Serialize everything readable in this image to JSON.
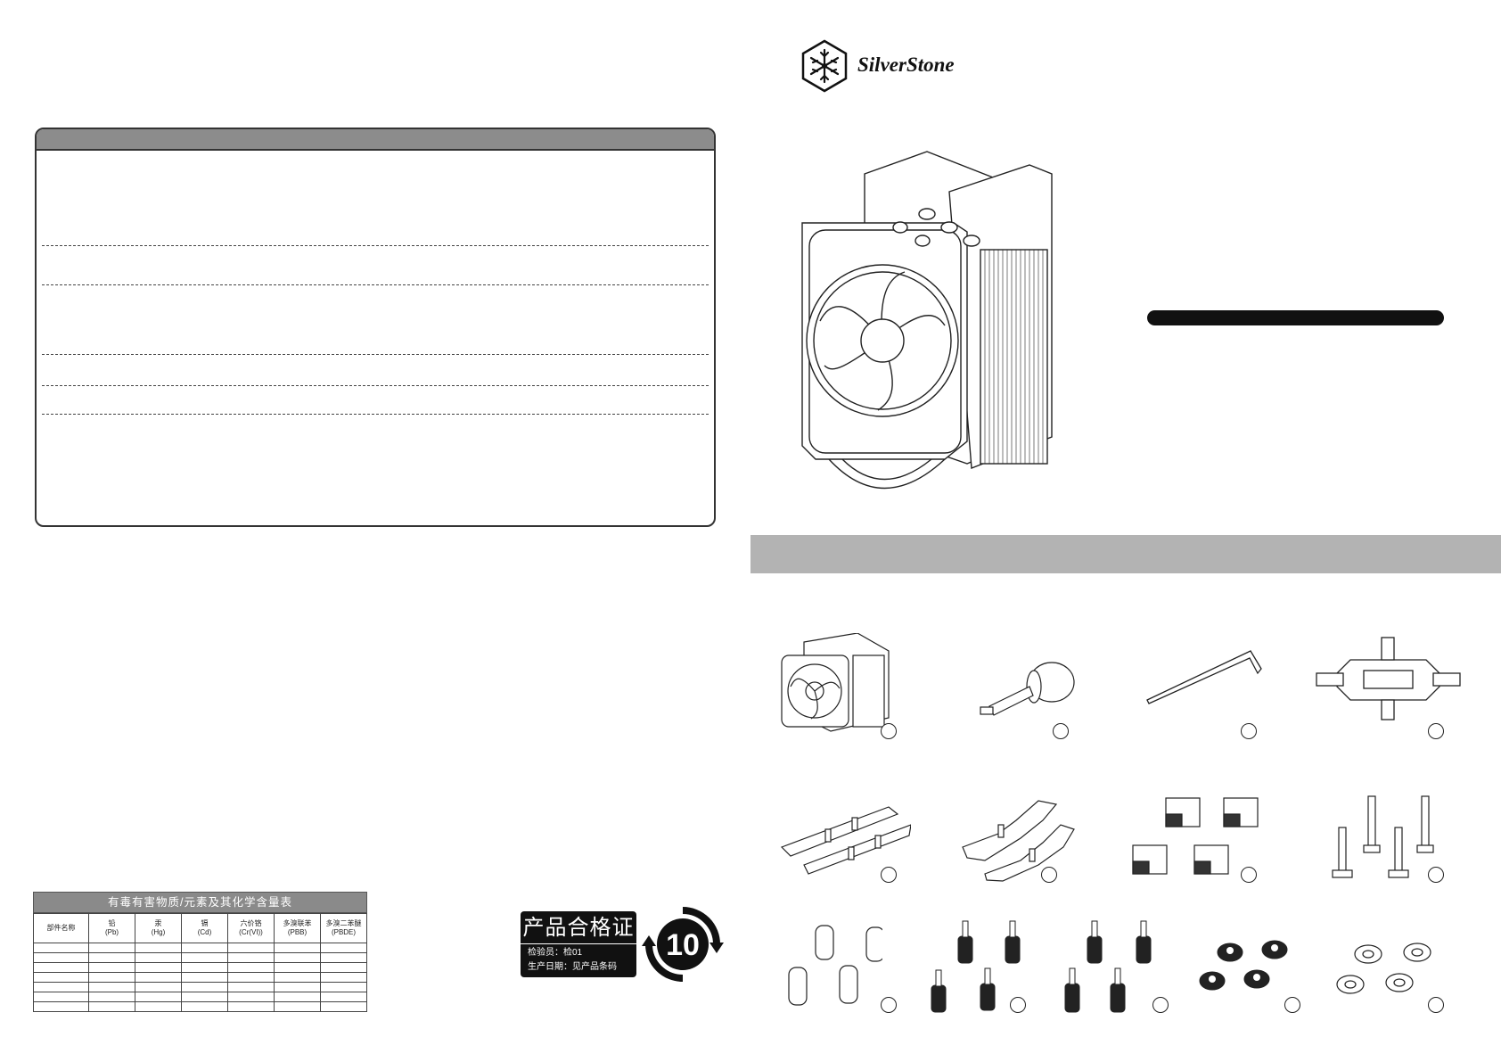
{
  "logo": {
    "brand_name": "SilverStone"
  },
  "rohs_table": {
    "title": "有毒有害物质/元素及其化学含量表",
    "headers": [
      {
        "top": "部件名称",
        "bottom": ""
      },
      {
        "top": "铅",
        "bottom": "(Pb)"
      },
      {
        "top": "汞",
        "bottom": "(Hg)"
      },
      {
        "top": "镉",
        "bottom": "(Cd)"
      },
      {
        "top": "六价铬",
        "bottom": "(Cr(VI))"
      },
      {
        "top": "多溴联苯",
        "bottom": "(PBB)"
      },
      {
        "top": "多溴二苯醚",
        "bottom": "(PBDE)"
      }
    ],
    "empty_rows": 7
  },
  "certificate": {
    "title": "产品合格证",
    "inspector": "检验员：检01",
    "production_date": "生产日期：见产品条码"
  },
  "epup_mark": {
    "years": "10"
  },
  "accessories_count": 13,
  "colors": {
    "header_gray": "#8c8c8c",
    "band_gray": "#b3b3b3",
    "ink": "#111111"
  }
}
